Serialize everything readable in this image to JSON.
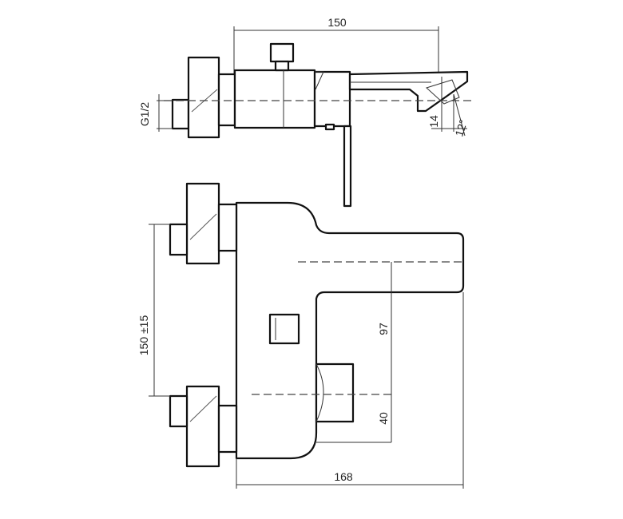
{
  "drawing": {
    "top_view": {
      "overall_width_label": "150",
      "thread_label": "G1/2",
      "spout_height_label": "14",
      "spout_angle_label": "12°"
    },
    "front_view": {
      "inlet_spacing_label": "150 ±15",
      "spout_axis_label": "97",
      "lever_axis_label": "40",
      "overall_depth_label": "168"
    }
  }
}
